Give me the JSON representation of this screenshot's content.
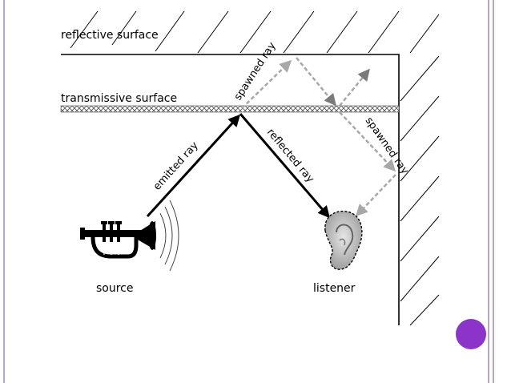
{
  "labels": {
    "reflective_surface": "reflective surface",
    "transmissive_surface": "transmissive surface",
    "emitted_ray": "emitted ray",
    "reflected_ray": "reflected ray",
    "spawned_ray_top": "spawned ray",
    "spawned_ray_right": "spawned ray",
    "source": "source",
    "listener": "listener"
  },
  "colors": {
    "border_purple": "#b7a6d4",
    "slide_dot": "#8c34c9",
    "ray_dark": "#000000",
    "ray_spawned": "#a8a8a8",
    "ray_arrow_dark": "#7a7a7a"
  },
  "icons": {
    "source": "trumpet-icon",
    "listener": "ear-icon"
  }
}
